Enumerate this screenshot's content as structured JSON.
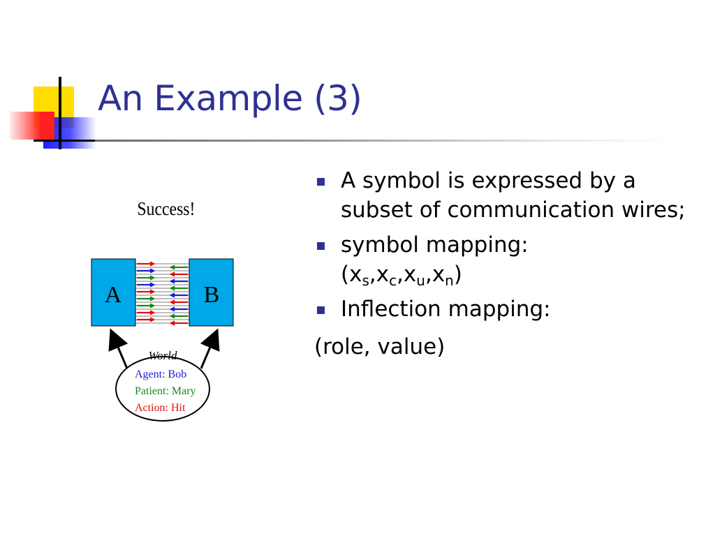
{
  "slide": {
    "title": "An Example (3)"
  },
  "diagram": {
    "caption": "Success!",
    "box_a": "A",
    "box_b": "B",
    "world_title": "World",
    "agent": "Agent: Bob",
    "patient": "Patient: Mary",
    "action": "Action: Hit",
    "colors": {
      "box": "#00a8e8",
      "blue": "#1c1cd6",
      "green": "#1a8a1a",
      "red": "#e01010"
    }
  },
  "bullets": {
    "item1": "A symbol is expressed by a subset of communication wires;",
    "item2_label": "symbol mapping:",
    "item2_open": "(x",
    "item2_s": "s",
    "item2_c": "c",
    "item2_u": "u",
    "item2_n": "n",
    "item2_sep": ",x",
    "item2_close": ")",
    "item3": "Inflection mapping:",
    "plain": "(role, value)"
  },
  "theme": {
    "title_color": "#2e3192",
    "bullet_color": "#2e3192"
  }
}
